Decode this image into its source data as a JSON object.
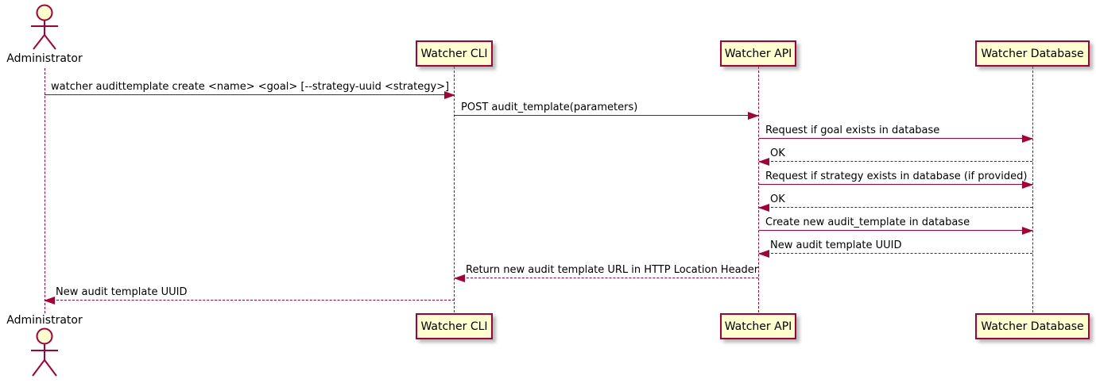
{
  "colors": {
    "line": "#A80036",
    "participant_fill": "#FEFECE",
    "text": "#000000",
    "background": "#FFFFFF"
  },
  "actor": {
    "label": "Administrator"
  },
  "participants": [
    {
      "label": "Watcher CLI"
    },
    {
      "label": "Watcher API"
    },
    {
      "label": "Watcher Database"
    }
  ],
  "messages": [
    {
      "from": "Administrator",
      "to": "Watcher CLI",
      "line": "solid",
      "text": "watcher audittemplate create <name> <goal> [--strategy-uuid <strategy>]"
    },
    {
      "from": "Watcher CLI",
      "to": "Watcher API",
      "line": "solid",
      "text": "POST audit_template(parameters)"
    },
    {
      "from": "Watcher API",
      "to": "Watcher Database",
      "line": "solid",
      "text": "Request if goal exists in database"
    },
    {
      "from": "Watcher Database",
      "to": "Watcher API",
      "line": "dashed",
      "text": "OK"
    },
    {
      "from": "Watcher API",
      "to": "Watcher Database",
      "line": "solid",
      "text": "Request if strategy exists in database (if provided)"
    },
    {
      "from": "Watcher Database",
      "to": "Watcher API",
      "line": "dashed",
      "text": "OK"
    },
    {
      "from": "Watcher API",
      "to": "Watcher Database",
      "line": "solid",
      "text": "Create new audit_template in database"
    },
    {
      "from": "Watcher Database",
      "to": "Watcher API",
      "line": "dashed",
      "text": "New audit template UUID"
    },
    {
      "from": "Watcher API",
      "to": "Watcher CLI",
      "line": "dashed",
      "text": "Return new audit template URL in HTTP Location Header"
    },
    {
      "from": "Watcher CLI",
      "to": "Administrator",
      "line": "dashed",
      "text": "New audit template UUID"
    }
  ]
}
